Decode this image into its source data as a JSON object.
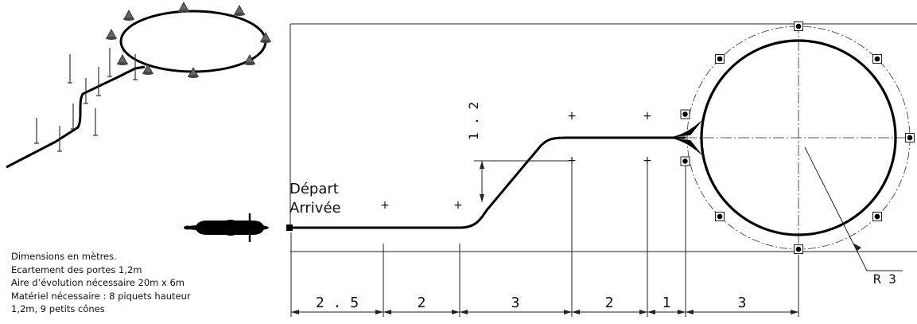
{
  "labels": {
    "start": [
      "Départ",
      "Arrivée"
    ],
    "radius": "R 3",
    "gate_offset": "1 . 2"
  },
  "dimensions": [
    "2 . 5",
    "2",
    "3",
    "2",
    "1",
    "3"
  ],
  "notes": [
    "Dimensions en mètres.",
    "Ecartement des portes 1,2m",
    "Aire d’évolution nécessaire 20m x 6m",
    "Matériel nécessaire : 8 piquets hauteur",
    "1,2m, 9 petits cônes"
  ],
  "colors": {
    "ink": "#111111",
    "track": "#000000"
  },
  "icons": {
    "motorcycle": "motorcycle-icon",
    "cone": "cone-icon",
    "stake": "stake-icon"
  }
}
